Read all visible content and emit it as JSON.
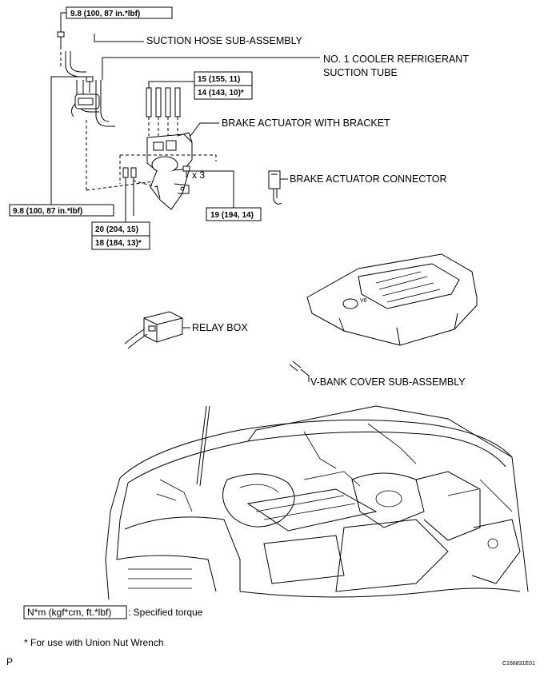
{
  "labels": {
    "torque_top": "9.8 (100, 87 in.*lbf)",
    "suction_hose": "SUCTION HOSE SUB-ASSEMBLY",
    "cooler_tube_line1": "NO. 1 COOLER REFRIGERANT",
    "cooler_tube_line2": "SUCTION TUBE",
    "torque_actuator_1": "15 (155, 11)",
    "torque_actuator_2": "14 (143, 10)*",
    "brake_actuator": "BRAKE ACTUATOR WITH BRACKET",
    "bolt_count": "x 3",
    "brake_connector": "BRAKE ACTUATOR CONNECTOR",
    "torque_left": "9.8 (100, 87 in.*lbf)",
    "torque_bracket_1": "20 (204, 15)",
    "torque_bracket_2": "18 (184, 13)*",
    "torque_bolts": "19 (194, 14)",
    "relay_box": "RELAY BOX",
    "vbank_cover": "V-BANK COVER SUB-ASSEMBLY",
    "legend_unit": "N*m (kgf*cm, ft.*lbf)",
    "legend_text": ": Specified torque",
    "footnote": "* For use with Union Nut Wrench",
    "corner_left": "P",
    "figure_code": "C166831E01"
  }
}
